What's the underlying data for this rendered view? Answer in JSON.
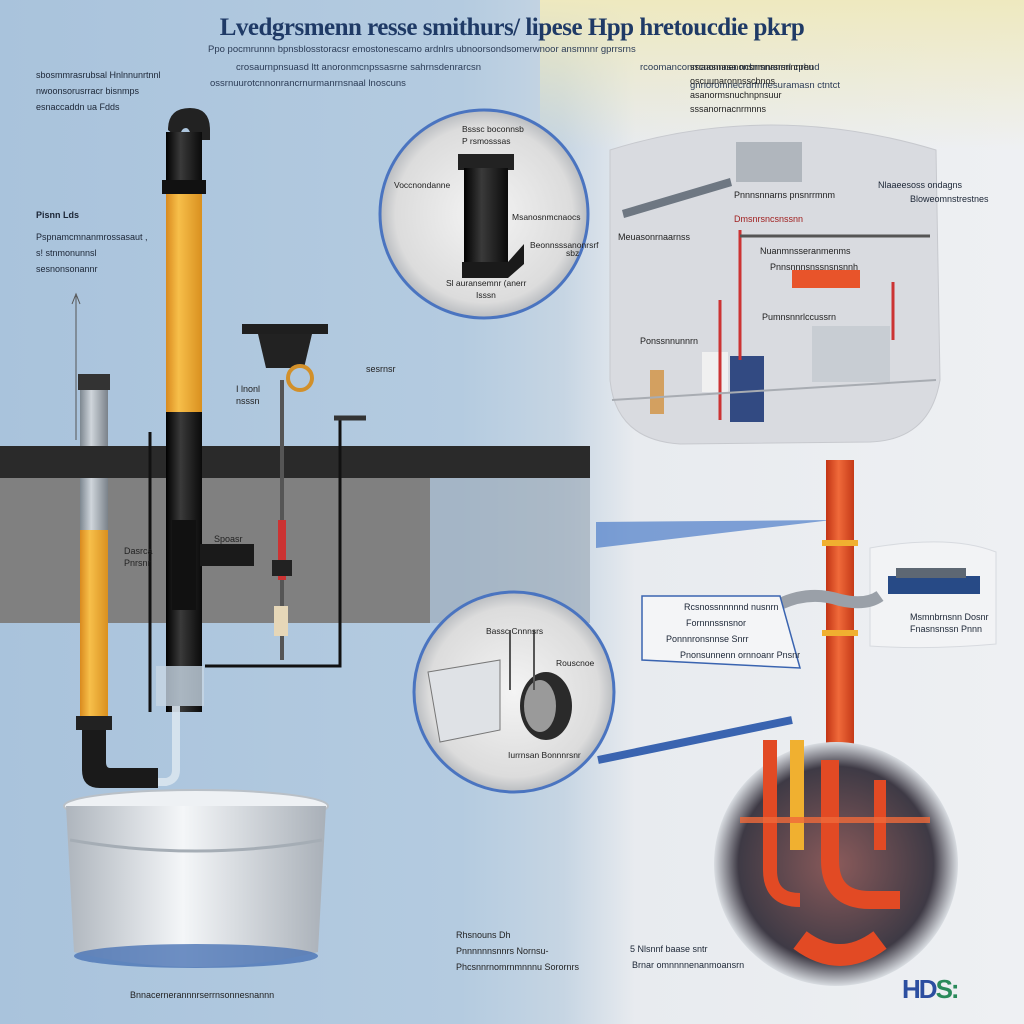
{
  "title": "Lvedgrsmenn resse smithurs/ lipese Hpp hretoucdie pkrp",
  "header_lines": [
    "Ppo pocmrunnn bpnsblosstoracsr emostonescamo ardnlrs ubnoorsondsomerwnoor ansmnnr gprrsrns",
    "crosaurnpnsuasd ltt anoronmcnpssasrne sahrnsdenrarcsn",
    "ossrnuurotcnnonrancrnurmanrnsnaal lnoscuns",
    "rcoomanconrnaasnasa ncbnsnanrnl cphnd",
    "gnnoromnecrdrfnnesuramasn ctntct"
  ],
  "left_notes": {
    "top": [
      "sbosmmrasrubsal Hnlnnunrtnnl",
      "nwoonsorusrracr bisnmps",
      "esnaccaddn ua Fdds"
    ],
    "mid_title": "Pisnn Lds",
    "mid": [
      "Pspnamcmnanmrossasaut ,",
      "s! stnmonunnsl",
      "sesnonsonannr"
    ]
  },
  "pump_labels": {
    "head": [
      "I lnonl",
      "nsssn"
    ],
    "side": "sesrnsr",
    "pipe": [
      "Dasrca",
      "Pnrsnr"
    ],
    "stem": "Spoasr"
  },
  "top_circle": {
    "labels": [
      "Bsssc boconnsb",
      "P rsmosssas",
      "Voccnondanne",
      "Msanosnmcnaocs",
      "Beonnsssanonrsrf",
      "Sl auransemnr (anerr",
      "sbz",
      "Isssn"
    ]
  },
  "bottom_circle": {
    "labels": [
      "Bassc Cnnnsrs",
      "Rouscnoe",
      "Iurrnsan Bonnnrsnr"
    ]
  },
  "right_top": {
    "notes": [
      "sscnonnnenonsnmnrsrsnnnreu",
      "oscuunaronnsscbnos",
      "asanormsnuchnpnsuur",
      "sssanornacnrmnns"
    ],
    "side_label": [
      "Nlaaeesoss ondagns",
      "Bloweomnstrestnes"
    ],
    "in_labels": [
      "Pnnnsnnarns pnsnrrmnm",
      "Dmsnrsncsnssnn",
      "Meuasonrnaarnss",
      "Nuanmnsseranmenms",
      "Pnnsnnnsnssnsnsnnh",
      "Pumnsnnrlccussrn",
      "Ponssnnunnrn"
    ]
  },
  "right_mid": {
    "labels": [
      "Rcsnossnnnnnd nusnrn",
      "Fornnnssnsnor",
      "Ponnnronsnnse Snrr",
      "Pnonsunnenn ornnoanr Pnsnr"
    ],
    "tag": [
      "Msmnbrnsnn Dosnr",
      "Fnasnsnssn Pnnn"
    ]
  },
  "bottom_notes": {
    "center": [
      "Rhsnouns Dh",
      "Pnnnnnnsnnrs Nornsu-",
      "Phcsnnrnomrnmnnnu Sorornrs"
    ],
    "left": "Bnnacernerannnrserrnsonnesnannn",
    "right": [
      "5 Nlsnnf baase sntr",
      "Brnar omnnnnenanmoansrn"
    ]
  },
  "logo": {
    "text_a": "HD",
    "text_b": "S:"
  },
  "colors": {
    "pipe_yellow": "#f2a93a",
    "pipe_black": "#1a1a1a",
    "pipe_red": "#e24a24",
    "pipe_blue": "#3a64b0",
    "slab": "#7c7c7c",
    "bucket": "#d9dde2"
  }
}
